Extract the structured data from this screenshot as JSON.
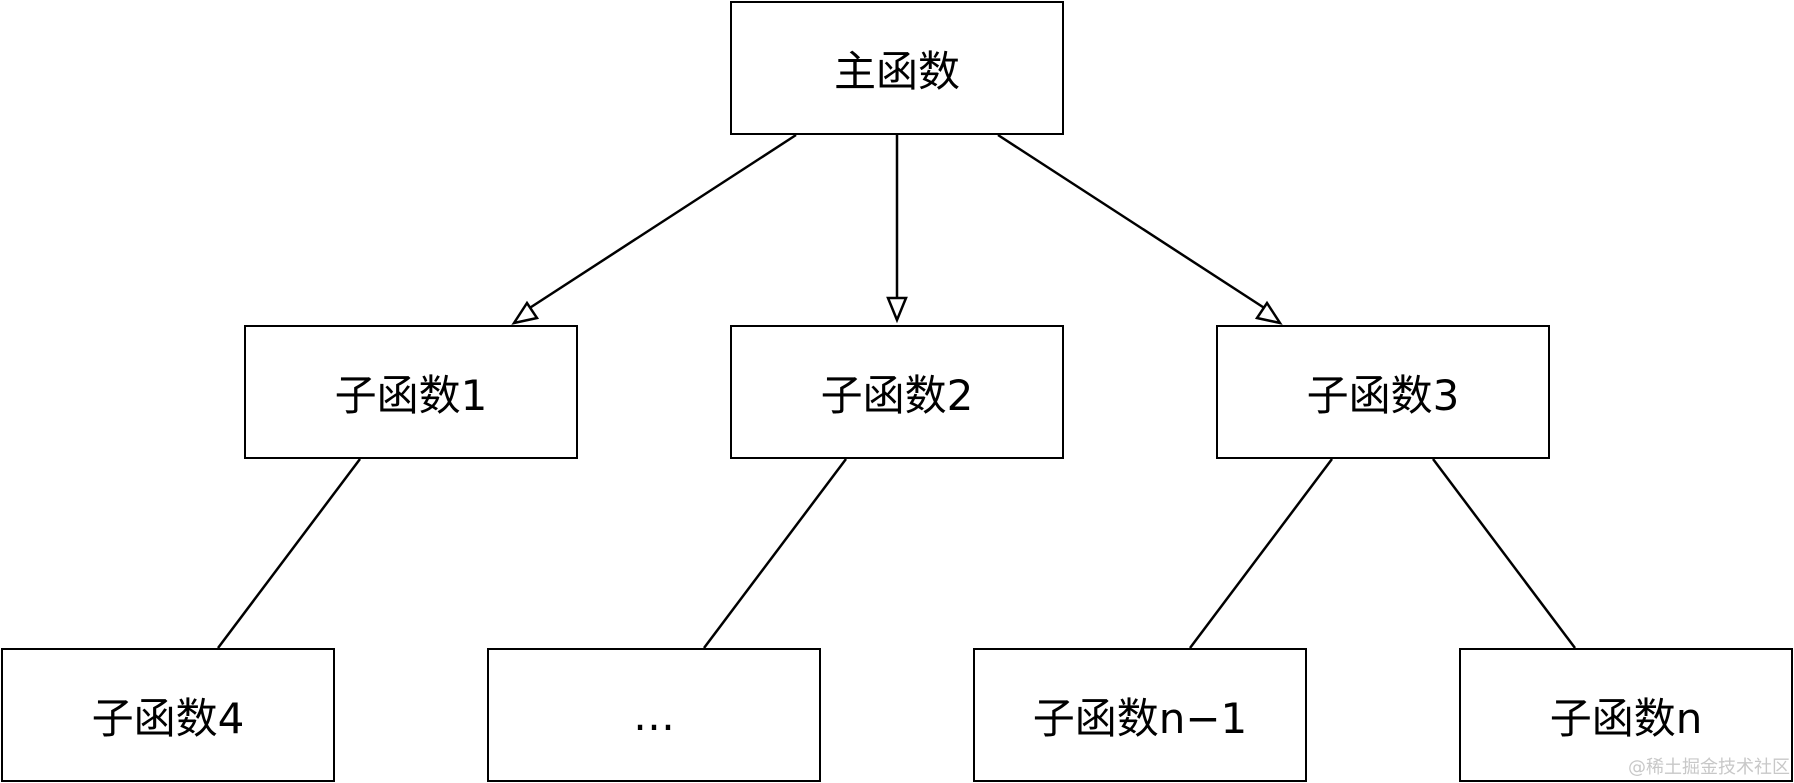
{
  "nodes": {
    "root": "主函数",
    "child1": "子函数1",
    "child2": "子函数2",
    "child3": "子函数3",
    "child4": "子函数4",
    "ellipsis": "…",
    "child_n_minus_1": "子函数n−1",
    "child_n": "子函数n"
  },
  "watermark": "@稀土掘金技术社区",
  "colors": {
    "stroke": "#000000",
    "background": "#ffffff",
    "watermark": "#c8c8c8"
  }
}
